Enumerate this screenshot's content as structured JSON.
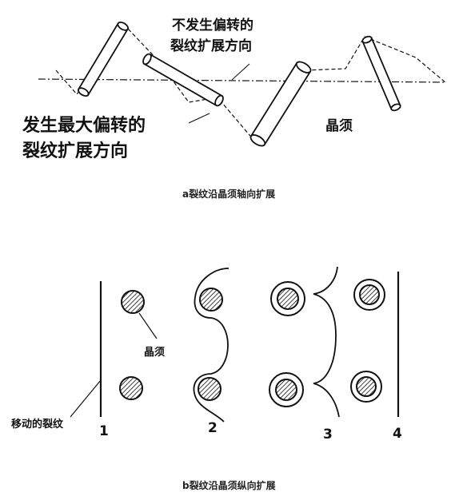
{
  "panel_a": {
    "label_no_deflect_1": "不发生偏转的",
    "label_no_deflect_2": "裂纹扩展方向",
    "label_max_deflect_1": "发生最大偏转的",
    "label_max_deflect_2": "裂纹扩展方向",
    "label_whisker": "晶须",
    "caption": "a裂纹沿晶须轴向扩展"
  },
  "panel_b": {
    "label_whisker": "晶须",
    "label_crack": "移动的裂纹",
    "stages": [
      "1",
      "2",
      "3",
      "4"
    ],
    "caption": "b裂纹沿晶须纵向扩展"
  }
}
